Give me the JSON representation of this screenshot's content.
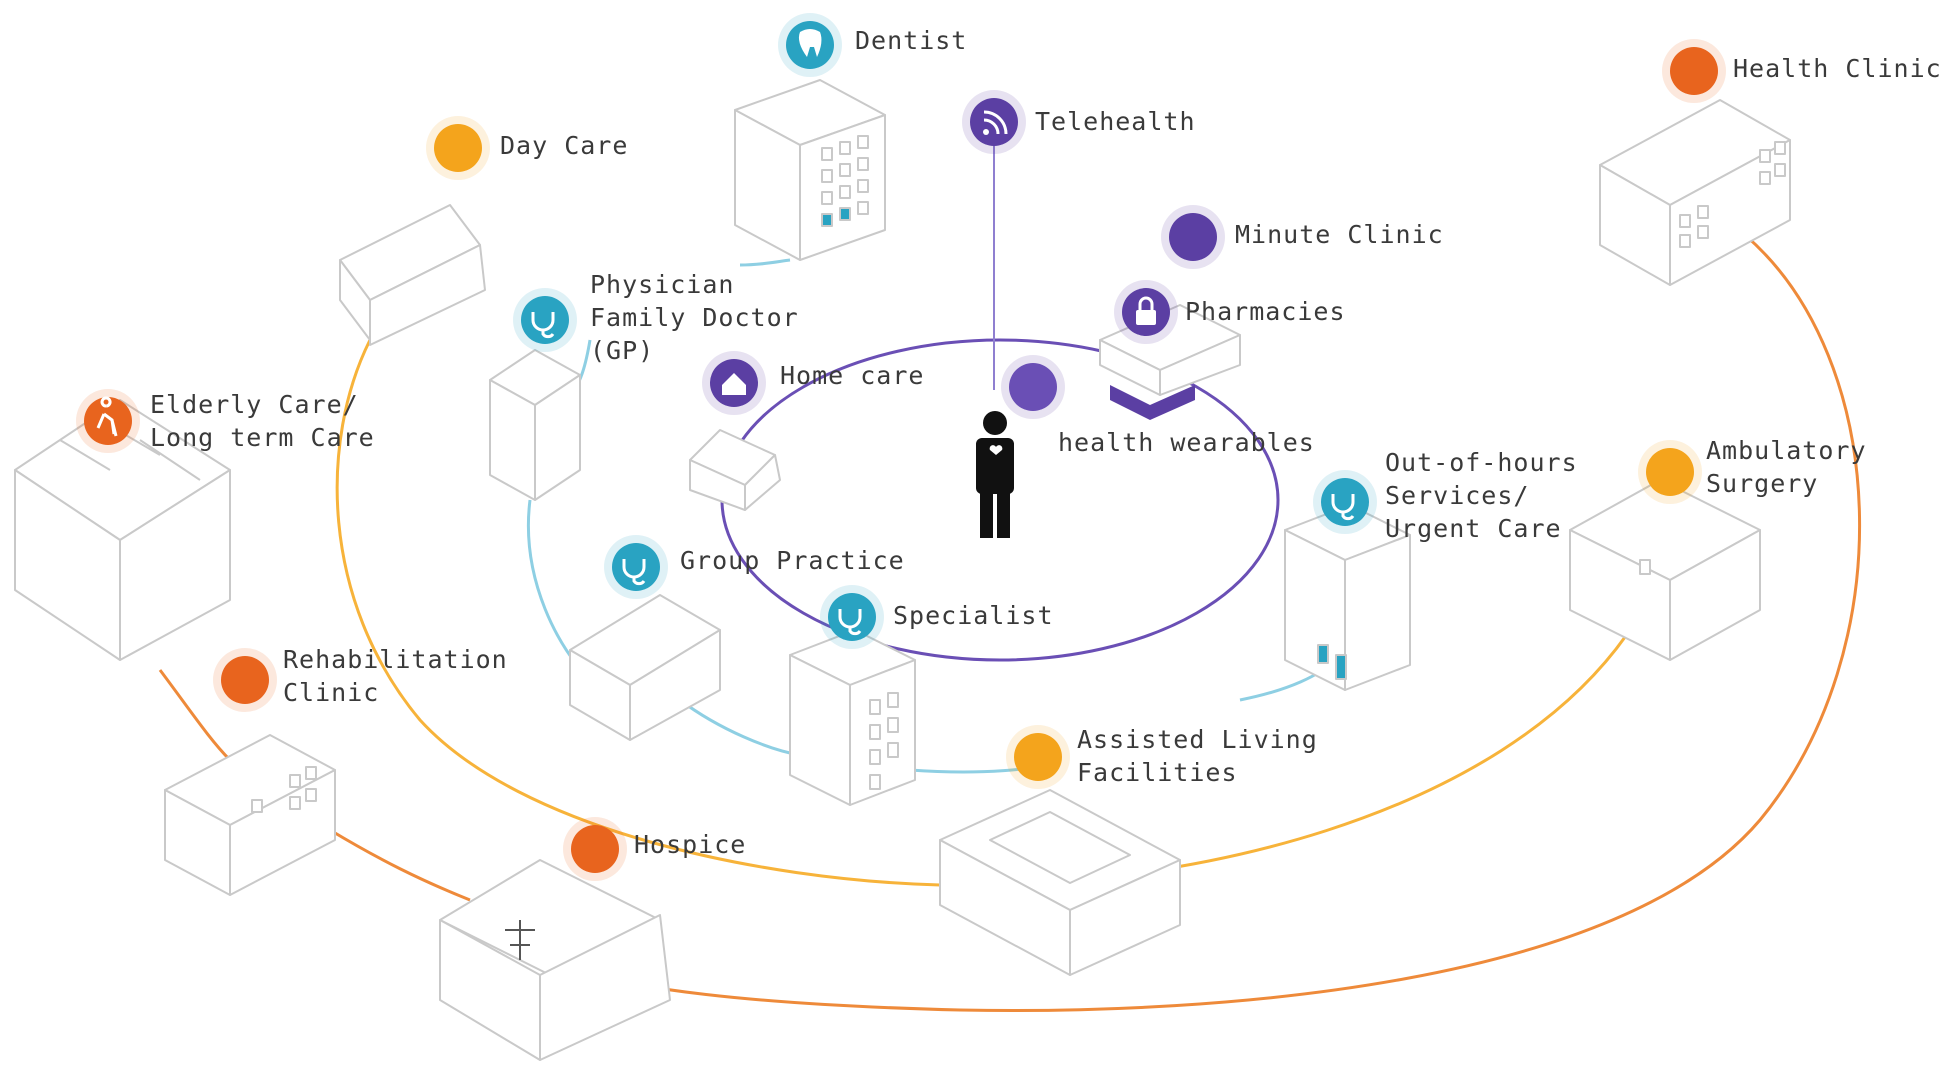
{
  "colors": {
    "purple": "#5b3fa3",
    "blue": "#29a3c2",
    "light_blue": "#8ecfe3",
    "orange": "#e8641e",
    "amber": "#f4a41c",
    "dark_orange_ring": "#ee8a3a"
  },
  "person": {
    "icon": "person-icon"
  },
  "labels": {
    "dentist": "Dentist",
    "telehealth": "Telehealth",
    "minute_clinic": "Minute Clinic",
    "pharmacies": "Pharmacies",
    "health_wearables": "health wearables",
    "home_care": "Home care",
    "physician": [
      "Physician",
      "Family Doctor",
      "(GP)"
    ],
    "group_practice": "Group Practice",
    "specialist": "Specialist",
    "out_of_hours": [
      "Out-of-hours",
      "Services/",
      "Urgent Care"
    ],
    "day_care": "Day Care",
    "elderly_care": [
      "Elderly Care/",
      "Long term Care"
    ],
    "rehabilitation": [
      "Rehabilitation",
      "Clinic"
    ],
    "hospice": "Hospice",
    "assisted_living": [
      "Assisted Living",
      "Facilities"
    ],
    "ambulatory": [
      "Ambulatory",
      "Surgery"
    ],
    "health_clinic": "Health Clinic"
  },
  "icons": {
    "dentist": "tooth-icon",
    "telehealth": "wifi-icon",
    "pharmacies": "lock-icon",
    "home_care": "house-icon",
    "physician": "stethoscope-icon",
    "group_practice": "stethoscope-icon",
    "specialist": "stethoscope-icon",
    "out_of_hours": "stethoscope-icon",
    "elderly_care": "walker-icon"
  }
}
